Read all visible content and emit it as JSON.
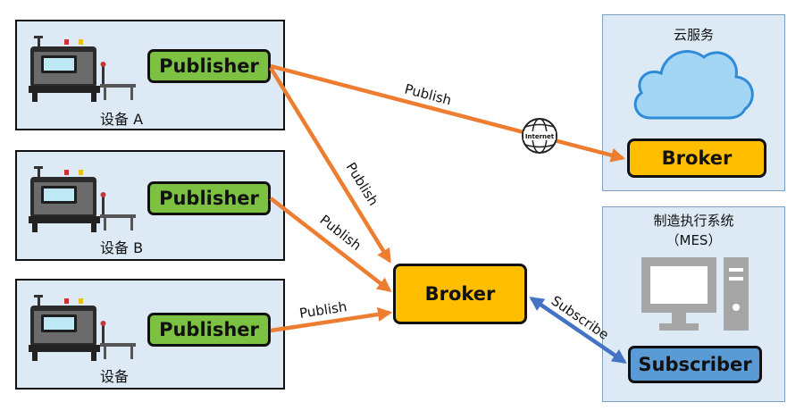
{
  "devices": [
    {
      "publisher_label": "Publisher",
      "device_label": "设备 A"
    },
    {
      "publisher_label": "Publisher",
      "device_label": "设备 B"
    },
    {
      "publisher_label": "Publisher",
      "device_label": "设备"
    }
  ],
  "central_broker": {
    "label": "Broker"
  },
  "cloud": {
    "title": "云服务",
    "broker_label": "Broker"
  },
  "mes": {
    "title_line1": "制造执行系统",
    "title_line2": "（MES）",
    "subscriber_label": "Subscriber"
  },
  "edges": {
    "publish_cloud": "Publish",
    "publish_a": "Publish",
    "publish_b": "Publish",
    "publish_c": "Publish",
    "subscribe": "Subscribe",
    "internet_globe": "Internet"
  },
  "colors": {
    "publisher_fill": "#7dc142",
    "broker_fill": "#ffbe00",
    "subscriber_fill": "#5b9bd5",
    "panel_fill": "#dde9f5",
    "publish_arrow": "#ed7d31",
    "subscribe_arrow": "#4472c4"
  }
}
